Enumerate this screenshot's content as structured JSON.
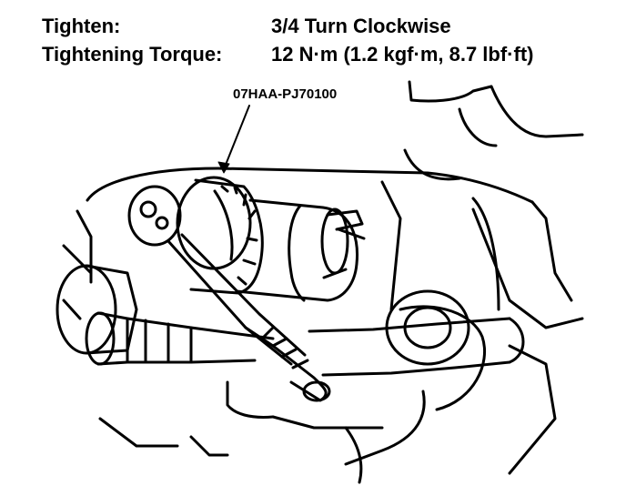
{
  "specs": {
    "tighten_label": "Tighten:",
    "tighten_value": "3/4 Turn Clockwise",
    "torque_label": "Tightening Torque:",
    "torque_value": "12 N·m (1.2 kgf·m, 8.7 lbf·ft)"
  },
  "illustration": {
    "tool_callout": "07HAA-PJ70100"
  }
}
